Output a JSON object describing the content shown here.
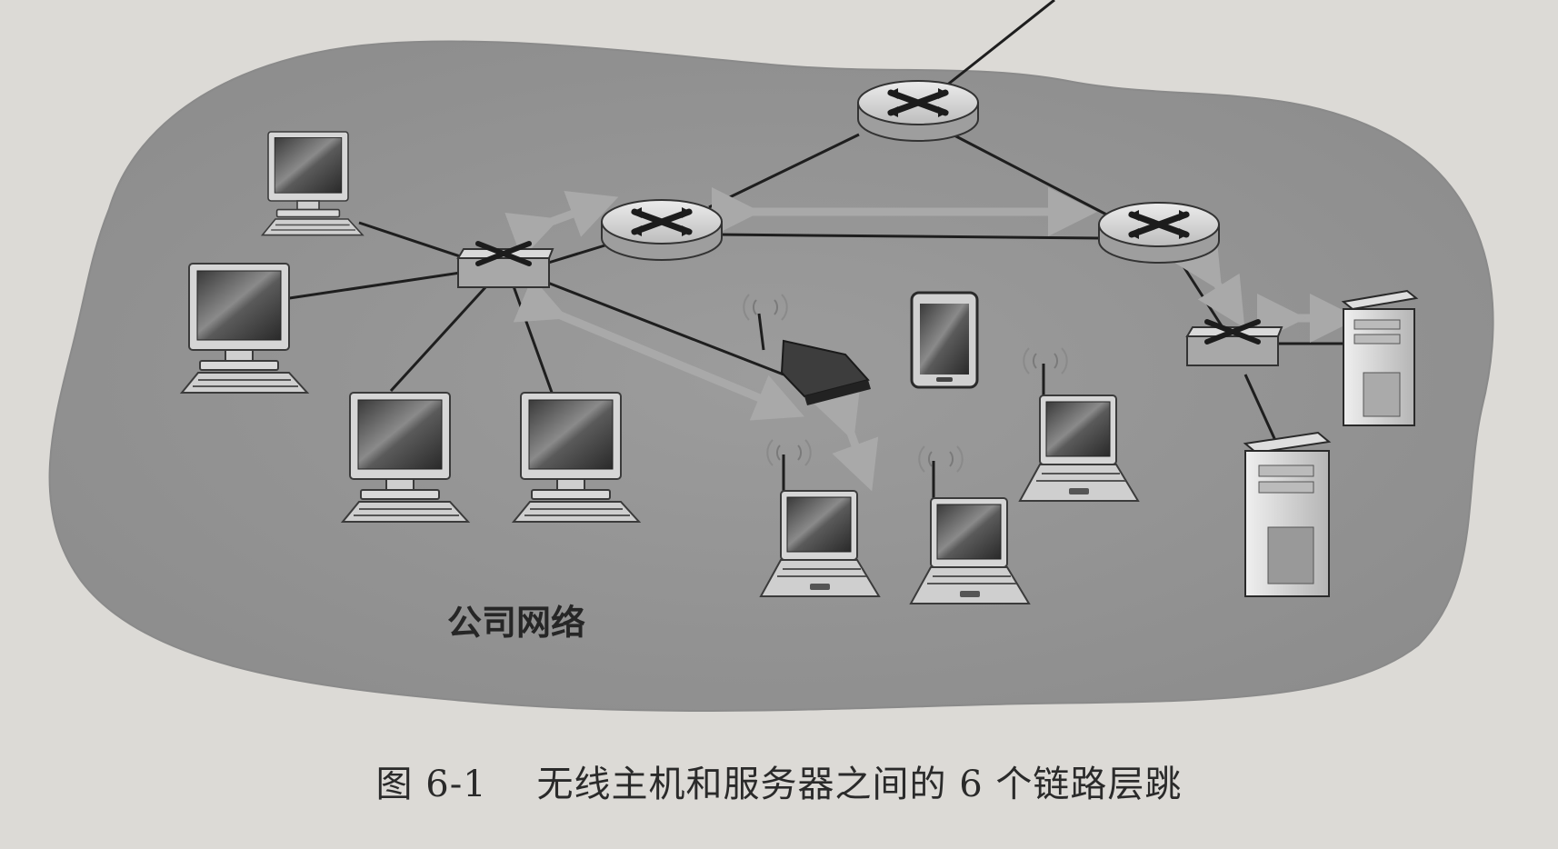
{
  "diagram": {
    "region_label": "公司网络",
    "caption": {
      "number": "图 6-1",
      "text": "无线主机和服务器之间的 6 个链路层跳"
    }
  }
}
